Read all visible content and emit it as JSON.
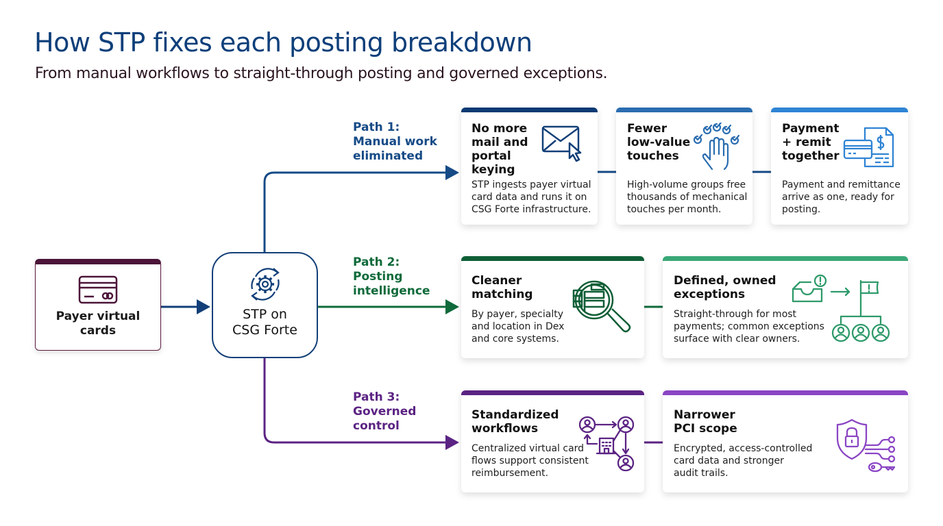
{
  "header": {
    "title": "How STP fixes each posting breakdown",
    "subtitle": "From manual workflows to straight-through posting and governed exceptions."
  },
  "colors": {
    "title": "#0e3f7a",
    "source_accent": "#4b1438",
    "hub_border": "#123f78",
    "path1": "#154a86",
    "path2": "#0f6a3a",
    "path3": "#5b2383"
  },
  "source": {
    "label_line1": "Payer virtual",
    "label_line2": "cards",
    "icon": "credit-card-icon"
  },
  "hub": {
    "label_line1": "STP on",
    "label_line2": "CSG Forte",
    "icon": "gear-cycle-icon"
  },
  "paths": [
    {
      "label_line1": "Path 1:",
      "label_line2": "Manual work",
      "label_line3": "eliminated",
      "cards": [
        {
          "title_lines": [
            "No more",
            "mail and",
            "portal",
            "keying"
          ],
          "desc_lines": [
            "STP ingests payer virtual",
            "card data and runs it on",
            "CSG Forte infrastructure."
          ],
          "icon": "envelope-cursor-icon",
          "accent": "#0b3a73"
        },
        {
          "title_lines": [
            "Fewer",
            "low-value",
            "touches"
          ],
          "desc_lines": [
            "High-volume groups free",
            "thousands of mechanical",
            "touches per month."
          ],
          "icon": "hand-checkmarks-icon",
          "accent": "#2a6db0"
        },
        {
          "title_lines": [
            "Payment",
            "+ remit",
            "together"
          ],
          "desc_lines": [
            "Payment and remittance",
            "arrive as one, ready for",
            "posting."
          ],
          "icon": "card-invoice-icon",
          "accent": "#2f84d4"
        }
      ]
    },
    {
      "label_line1": "Path 2:",
      "label_line2": "Posting",
      "label_line3": "intelligence",
      "cards": [
        {
          "title_lines": [
            "Cleaner",
            "matching"
          ],
          "desc_lines": [
            "By payer, specialty",
            "and location in Dex",
            "and core systems."
          ],
          "icon": "magnifier-table-icon",
          "accent": "#0f5e36"
        },
        {
          "title_lines": [
            "Defined, owned",
            "exceptions"
          ],
          "desc_lines": [
            "Straight-through for most",
            "payments; common exceptions",
            "surface with clear owners."
          ],
          "icon": "inbox-flag-owners-icon",
          "accent": "#3aa877"
        }
      ]
    },
    {
      "label_line1": "Path 3:",
      "label_line2": "Governed",
      "label_line3": "control",
      "cards": [
        {
          "title_lines": [
            "Standardized",
            "workflows"
          ],
          "desc_lines": [
            "Centralized virtual card",
            "flows support consistent",
            "reimbursement."
          ],
          "icon": "workflow-people-building-icon",
          "accent": "#5b2383"
        },
        {
          "title_lines": [
            "Narrower",
            "PCI scope"
          ],
          "desc_lines": [
            "Encrypted, access-controlled",
            "card data and stronger",
            "audit trails."
          ],
          "icon": "shield-lock-key-icon",
          "accent": "#8a45c4"
        }
      ]
    }
  ]
}
